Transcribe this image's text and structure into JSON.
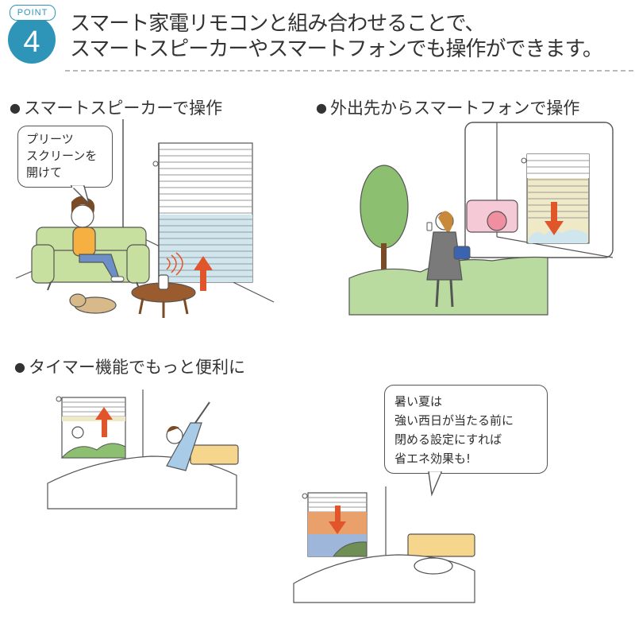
{
  "badge": {
    "label": "POINT",
    "number": "4"
  },
  "headline": {
    "line1": "スマート家電リモコンと組み合わせることで、",
    "line2": "スマートスピーカーやスマートフォンでも操作ができます。"
  },
  "sections": {
    "speaker": "スマートスピーカーで操作",
    "phone": "外出先からスマートフォンで操作",
    "timer": "タイマー機能でもっと便利に"
  },
  "speech_bubble_speaker": {
    "lines": [
      "プリーツ",
      "スクリーンを",
      "開けて"
    ]
  },
  "speech_bubble_timer": {
    "lines": [
      "暑い夏は",
      "強い西日が当たる前に",
      "閉める設定にすれば",
      "省エネ効果も!"
    ]
  },
  "colors": {
    "accent": "#2f95b8",
    "arrow": "#e0552a",
    "sofa": "#c7e0a0",
    "shade_blue": "#cfe6ef",
    "shade_cream": "#efe9c8"
  },
  "bullet": "●"
}
